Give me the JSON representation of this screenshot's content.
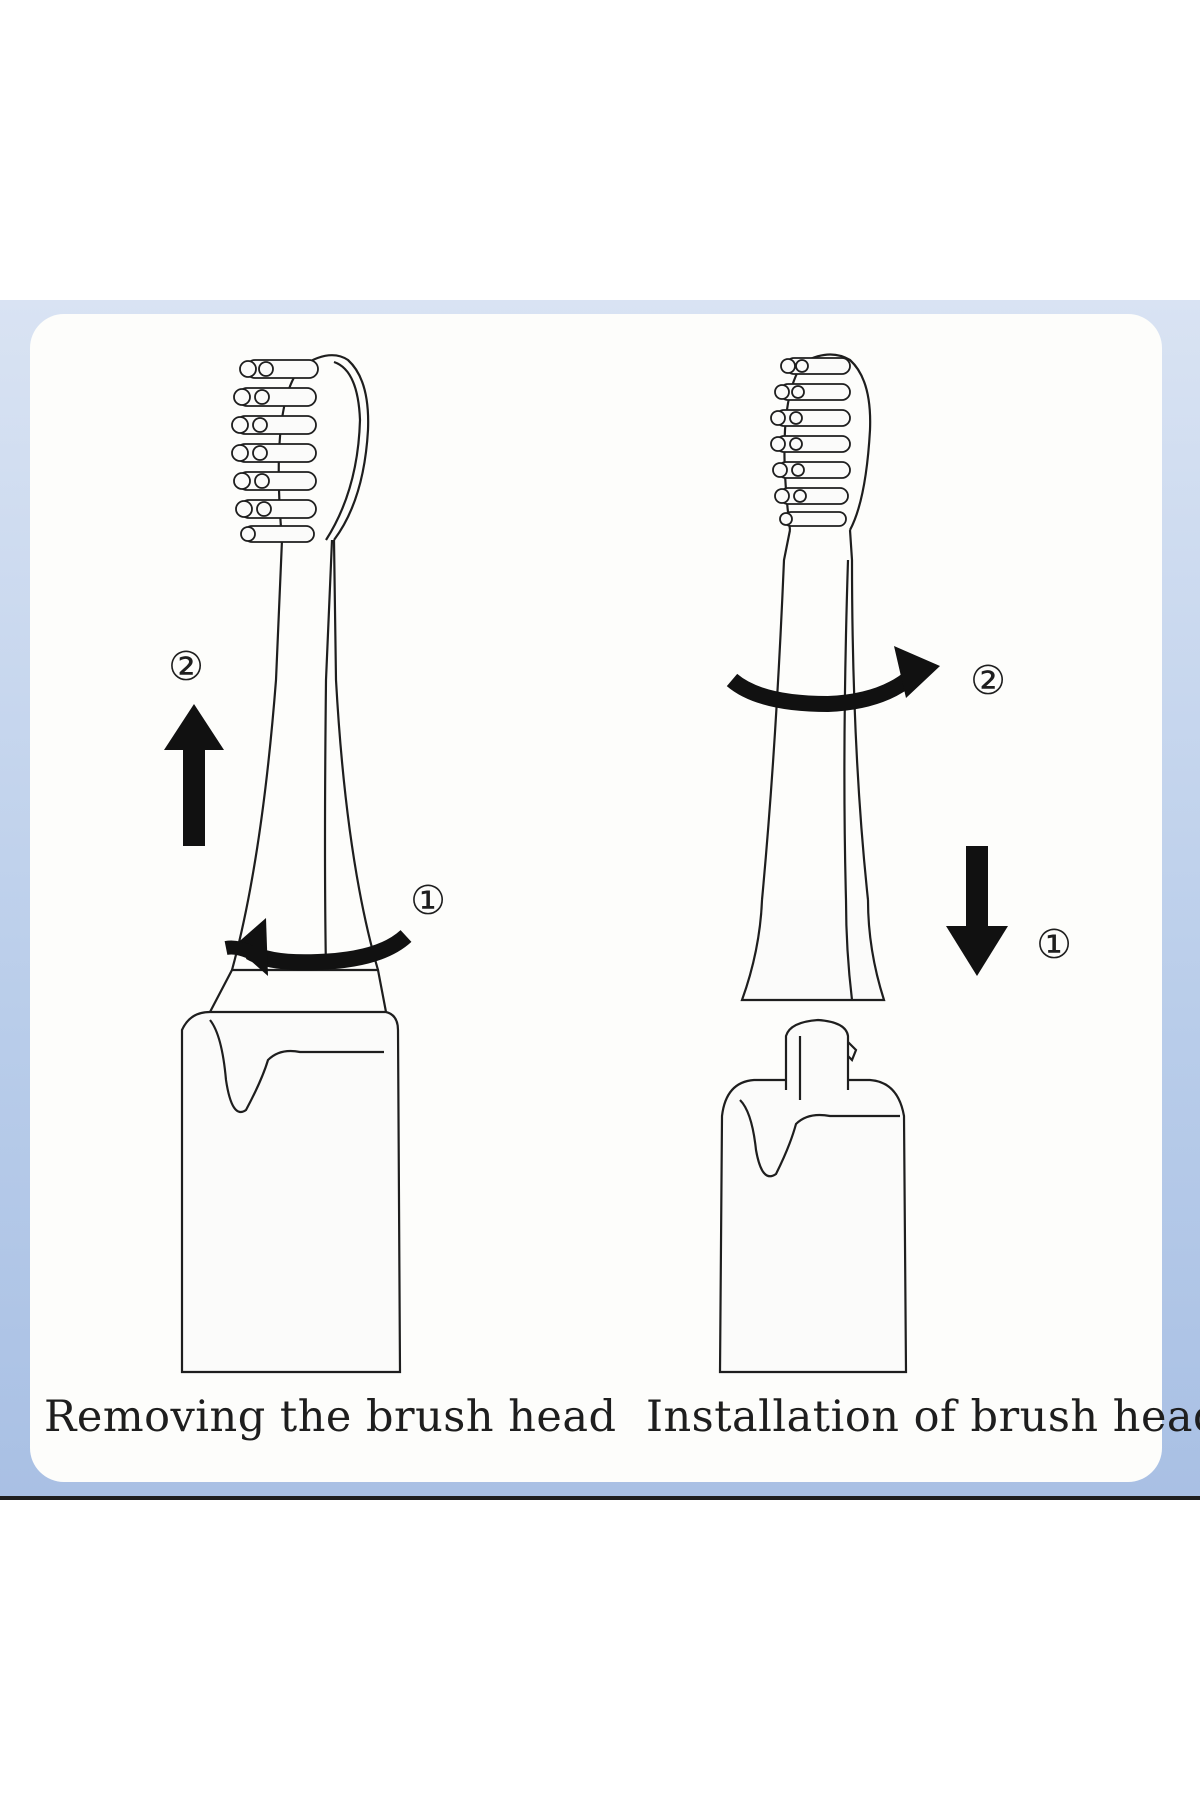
{
  "panels": [
    {
      "caption": "Removing the brush head",
      "step_up_label": "②",
      "step_twist_label": "①"
    },
    {
      "caption": "Installation of brush head",
      "step_down_label": "①",
      "step_twist_label": "②"
    }
  ],
  "colors": {
    "frame": "#b9cdea",
    "panel": "#fdfdfb",
    "ink": "#1e1e1e"
  }
}
